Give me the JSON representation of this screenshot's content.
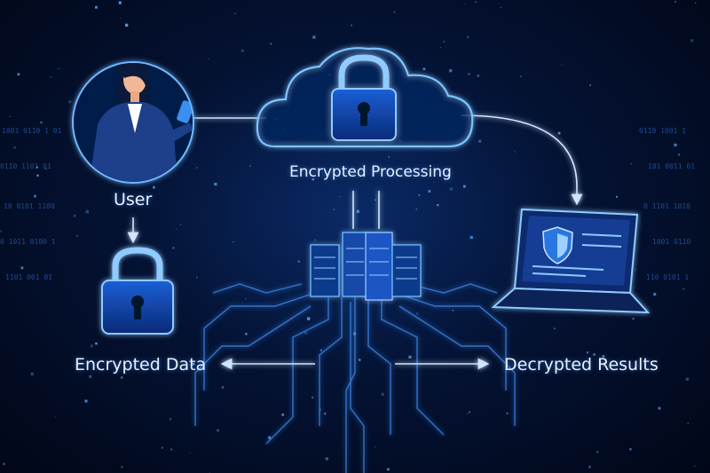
{
  "labels": {
    "user": "User",
    "encrypted_processing": "Encrypted Processing",
    "encrypted_data": "Encrypted Data",
    "decrypted_results": "Decrypted Results"
  },
  "icons": [
    "user-avatar",
    "cloud-lock-icon",
    "padlock-icon",
    "server-rack-icon",
    "laptop-icon",
    "shield-icon"
  ],
  "colors": {
    "background": "#020a1f",
    "glow": "#3d9bff",
    "line": "#9fd0ff",
    "text": "#e8f1ff"
  }
}
